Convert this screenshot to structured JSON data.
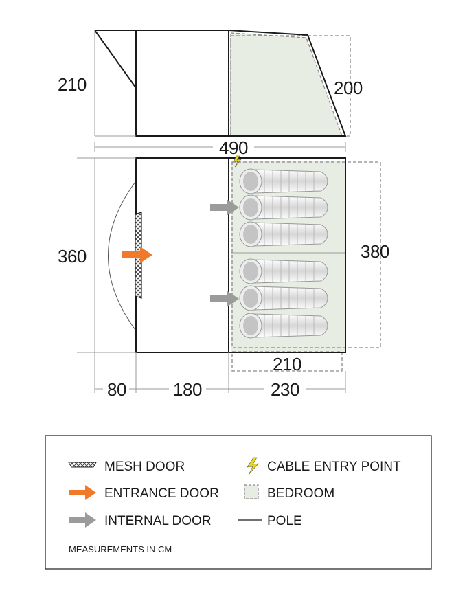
{
  "dimensions": {
    "side_height_left": "210",
    "side_height_right": "200",
    "total_length": "490",
    "width": "360",
    "bedroom_width": "380",
    "bedroom_depth_inner": "210",
    "seg_canopy": "80",
    "seg_living": "180",
    "seg_bedroom": "230"
  },
  "legend": {
    "mesh_door": "MESH DOOR",
    "entrance_door": "ENTRANCE DOOR",
    "internal_door": "INTERNAL DOOR",
    "cable_entry": "CABLE ENTRY POINT",
    "bedroom": "BEDROOM",
    "pole": "POLE",
    "note": "MEASUREMENTS IN CM"
  },
  "colors": {
    "bedroom_fill": "#e8ede3",
    "entrance_door": "#f07a2a",
    "internal_door": "#9b9b9b",
    "cable_entry": "#e6d81e",
    "sleeping_bag": "#c8c8c8"
  }
}
